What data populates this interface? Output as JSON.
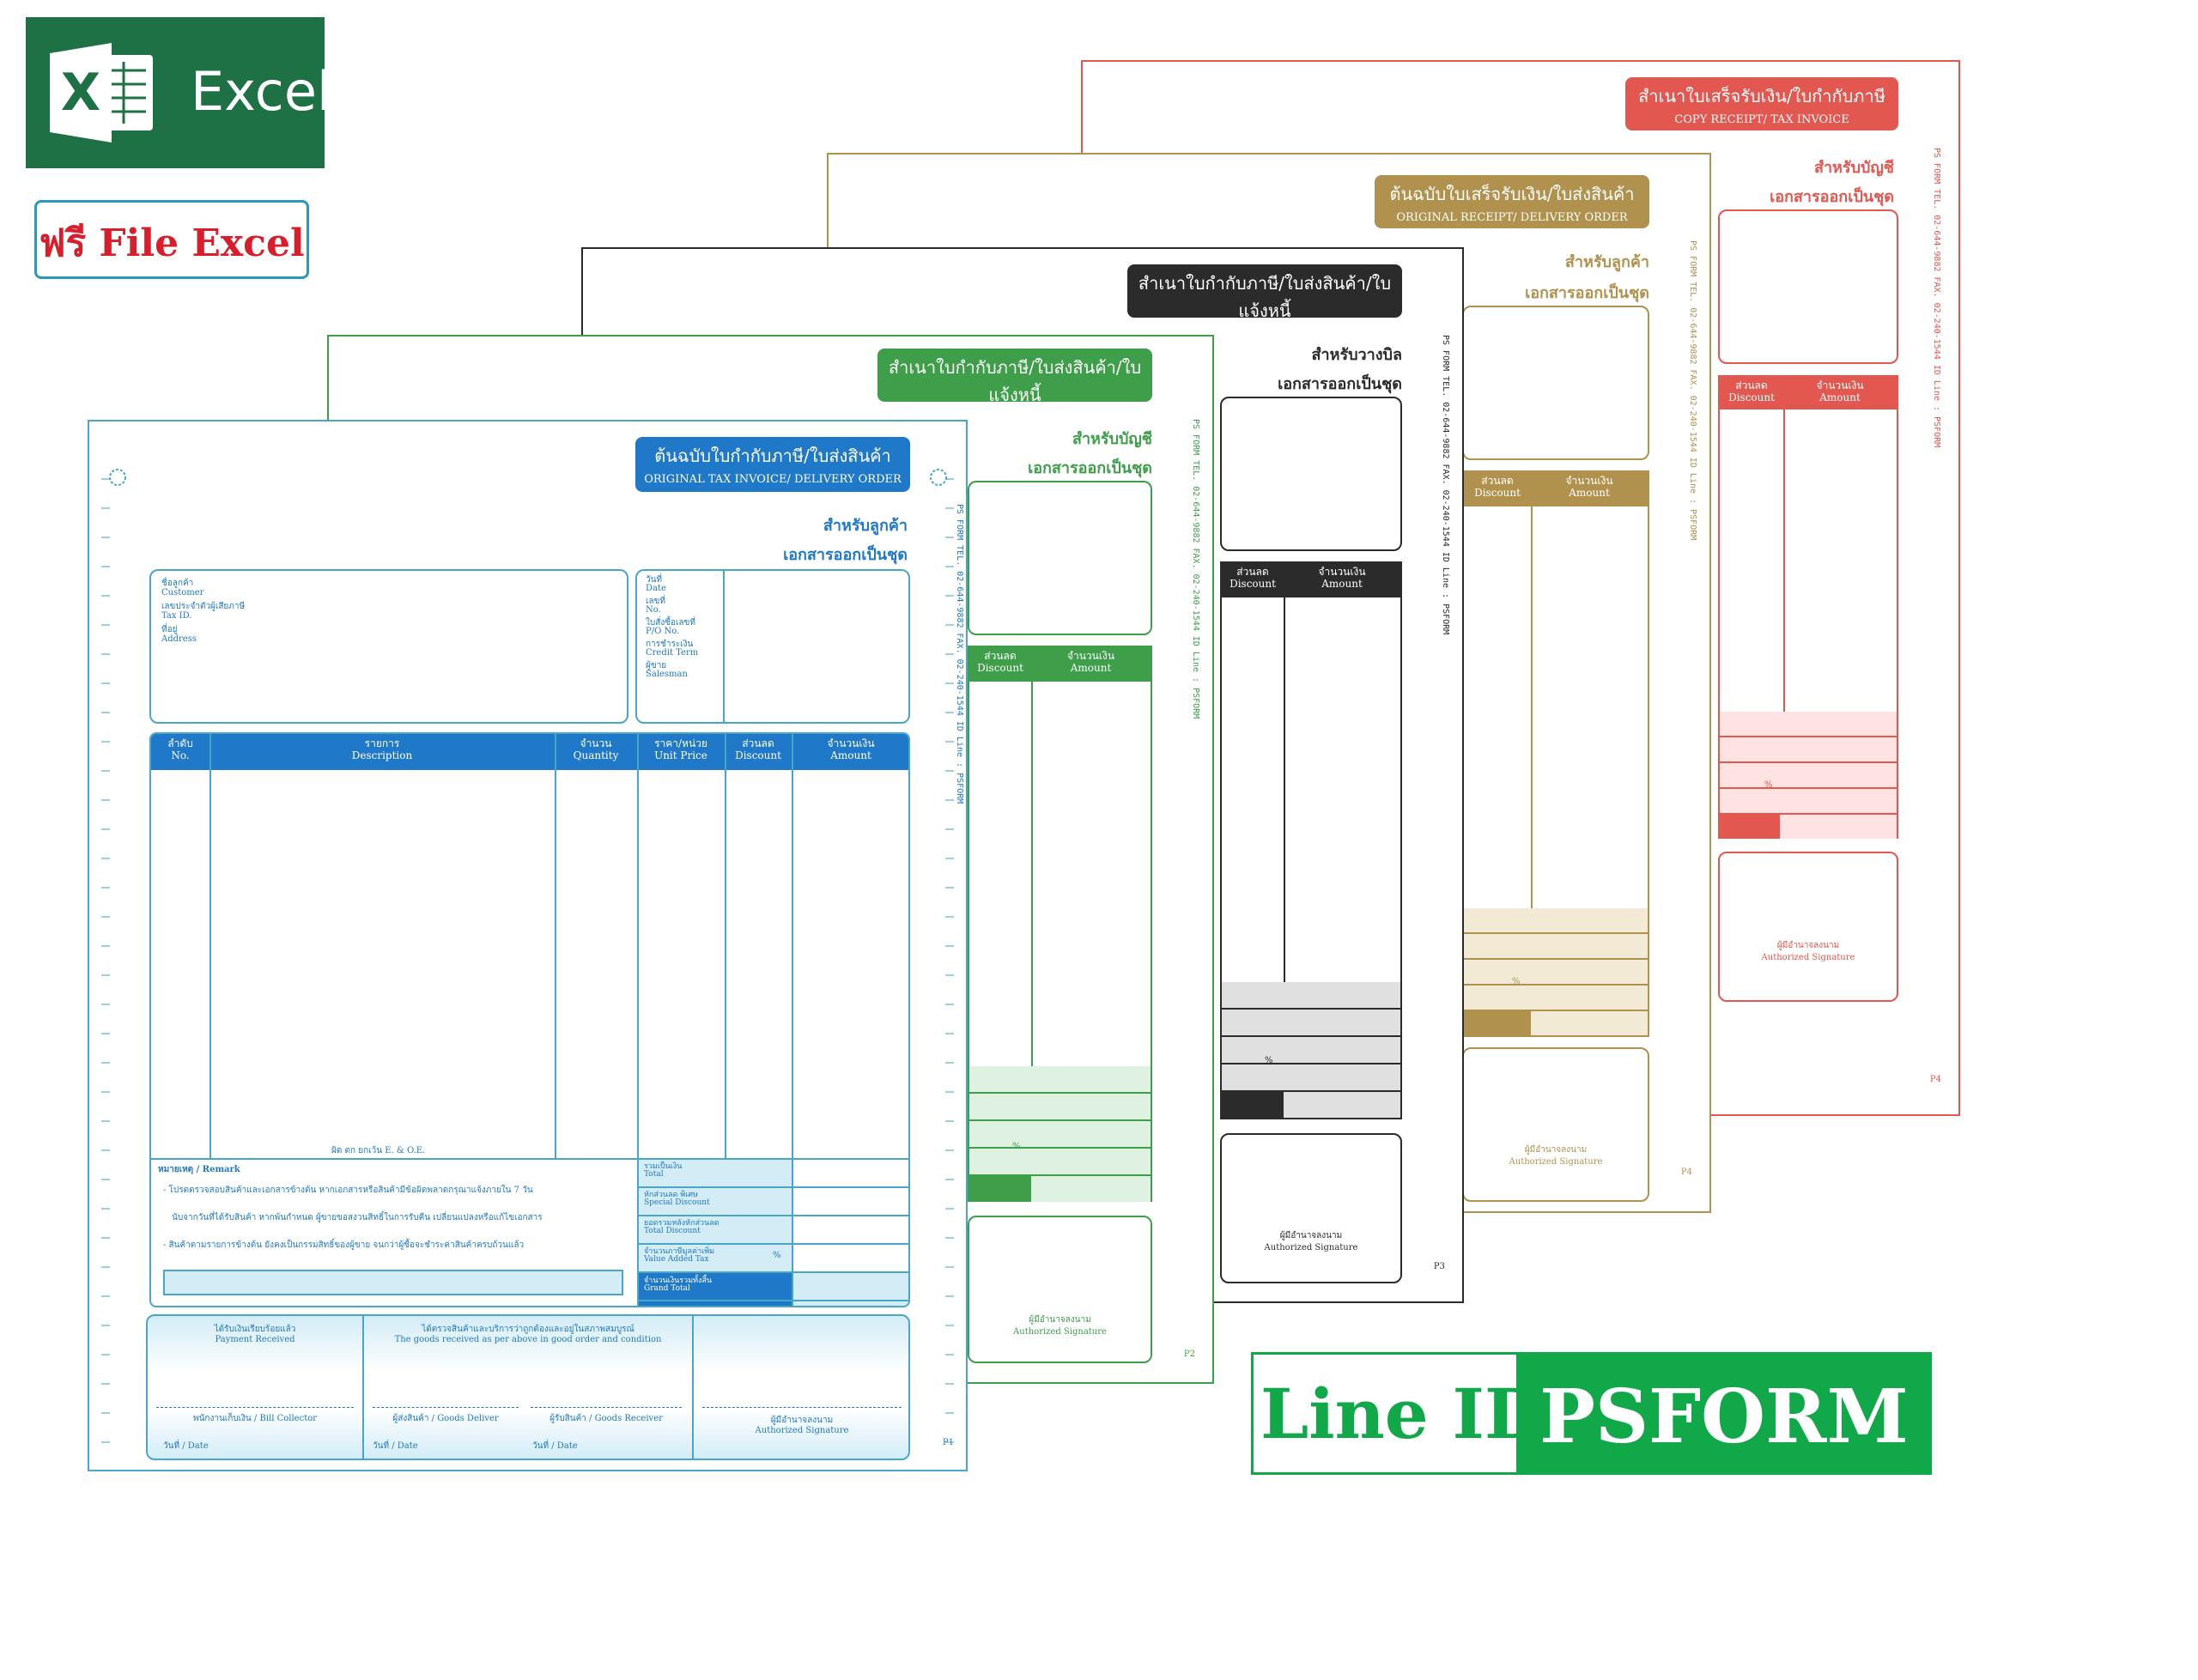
{
  "excel_badge": {
    "label": "Excel",
    "icon": "excel-icon",
    "color": "#1e7145"
  },
  "free_badge": {
    "label": "ฟรี File Excel",
    "color": "#d81e2b"
  },
  "line_badge": {
    "left": "Line ID",
    "right": "PSFORM",
    "color": "#11a84a"
  },
  "side_print": "PS FORM TEL. 02-644-9882 FAX. 02-240-1544 ID Line : PSFORM",
  "sheets": {
    "red": {
      "color": "#e2574f",
      "title_th": "สำเนาใบเสร็จรับเงิน/ใบกำกับภาษี",
      "title_en": "COPY RECEIPT/ TAX INVOICE",
      "for_th": "สำหรับบัญชี",
      "set_th": "เอกสารออกเป็นชุด",
      "col_discount_th": "ส่วนลด",
      "col_discount_en": "Discount",
      "col_amount_th": "จำนวนเงิน",
      "col_amount_en": "Amount",
      "sig_th": "ผู้มีอำนาจลงนาม",
      "sig_en": "Authorized Signature",
      "pct": "%",
      "copy_no": "P4"
    },
    "gold": {
      "color": "#b0924e",
      "title_th": "ต้นฉบับใบเสร็จรับเงิน/ใบส่งสินค้า",
      "title_en": "ORIGINAL RECEIPT/ DELIVERY ORDER",
      "for_th": "สำหรับลูกค้า",
      "set_th": "เอกสารออกเป็นชุด",
      "col_discount_th": "ส่วนลด",
      "col_discount_en": "Discount",
      "col_amount_th": "จำนวนเงิน",
      "col_amount_en": "Amount",
      "sig_th": "ผู้มีอำนาจลงนาม",
      "sig_en": "Authorized Signature",
      "pct": "%",
      "copy_no": "P4"
    },
    "black": {
      "color": "#2b2b2b",
      "title_th": "สำเนาใบกำกับภาษี/ใบส่งสินค้า/ใบแจ้งหนี้",
      "title_en": "COPY TAX INVOICE/ DELIVERY ORDER/INVOICE",
      "for_th": "สำหรับวางบิล",
      "set_th": "เอกสารออกเป็นชุด",
      "col_discount_th": "ส่วนลด",
      "col_discount_en": "Discount",
      "col_amount_th": "จำนวนเงิน",
      "col_amount_en": "Amount",
      "sig_th": "ผู้มีอำนาจลงนาม",
      "sig_en": "Authorized Signature",
      "pct": "%",
      "copy_no": "P3"
    },
    "green": {
      "color": "#3e9e4a",
      "title_th": "สำเนาใบกำกับภาษี/ใบส่งสินค้า/ใบแจ้งหนี้",
      "title_en": "COPY TAX INVOICE/ DELIVERY ORDER/INVOICE",
      "for_th": "สำหรับบัญชี",
      "set_th": "เอกสารออกเป็นชุด",
      "col_discount_th": "ส่วนลด",
      "col_discount_en": "Discount",
      "col_amount_th": "จำนวนเงิน",
      "col_amount_en": "Amount",
      "sig_th": "ผู้มีอำนาจลงนาม",
      "sig_en": "Authorized Signature",
      "pct": "%",
      "copy_no": "P2"
    },
    "blue": {
      "color": "#1f78c8",
      "title_th": "ต้นฉบับใบกำกับภาษี/ใบส่งสินค้า",
      "title_en": "ORIGINAL TAX INVOICE/ DELIVERY ORDER",
      "for_th": "สำหรับลูกค้า",
      "set_th": "เอกสารออกเป็นชุด",
      "customer": [
        {
          "th": "ชื่อลูกค้า",
          "en": "Customer"
        },
        {
          "th": "เลขประจำตัวผู้เสียภาษี",
          "en": "Tax ID."
        },
        {
          "th": "ที่อยู่",
          "en": "Address"
        }
      ],
      "meta": [
        {
          "th": "วันที่",
          "en": "Date"
        },
        {
          "th": "เลขที่",
          "en": "No."
        },
        {
          "th": "ใบสั่งซื้อเลขที่",
          "en": "P/O No."
        },
        {
          "th": "การชำระเงิน",
          "en": "Credit Term"
        },
        {
          "th": "ผู้ขาย",
          "en": "Salesman"
        }
      ],
      "columns": [
        {
          "th": "ลำดับ",
          "en": "No."
        },
        {
          "th": "รายการ",
          "en": "Description"
        },
        {
          "th": "จำนวน",
          "en": "Quantity"
        },
        {
          "th": "ราคา/หน่วย",
          "en": "Unit Price"
        },
        {
          "th": "ส่วนลด",
          "en": "Discount"
        },
        {
          "th": "จำนวนเงิน",
          "en": "Amount"
        }
      ],
      "eoe": "ผิด ตก ยกเว้น E. & O.E.",
      "remark_label": "หมายเหตุ / Remark",
      "remarks": [
        "- โปรดตรวจสอบสินค้าและเอกสารข้างต้น หากเอกสารหรือสินค้ามีข้อผิดพลาดกรุณาแจ้งภายใน 7 วัน",
        "นับจากวันที่ได้รับสินค้า หากพ้นกำหนด ผู้ขายขอสงวนสิทธิ์ในการรับคืน เปลี่ยนแปลงหรือแก้ไขเอกสาร",
        "- สินค้าตามรายการข้างต้น ยังคงเป็นกรรมสิทธิ์ของผู้ขาย จนกว่าผู้ซื้อจะชำระค่าสินค้าครบถ้วนแล้ว"
      ],
      "totals": [
        {
          "th": "รวมเป็นเงิน",
          "en": "Total"
        },
        {
          "th": "หักส่วนลด พิเศษ",
          "en": "Special Discount"
        },
        {
          "th": "ยอดรวมหลังหักส่วนลด",
          "en": "Total Discount"
        },
        {
          "th": "จำนวนภาษีมูลค่าเพิ่ม",
          "en": "Value Added Tax"
        },
        {
          "th": "จำนวนเงินรวมทั้งสิ้น",
          "en": "Grand Total"
        }
      ],
      "pct": "%",
      "footer": {
        "payment_th": "ได้รับเงินเรียบร้อยแล้ว",
        "payment_en": "Payment Received",
        "goods_th": "ได้ตรวจสินค้าและบริการว่าถูกต้องและอยู่ในสภาพสมบูรณ์",
        "goods_en": "The goods received as per above in good order and condition",
        "collector": "พนักงานเก็บเงิน / Bill Collector",
        "deliver": "ผู้ส่งสินค้า / Goods Deliver",
        "receiver": "ผู้รับสินค้า / Goods Receiver",
        "date1": "วันที่ / Date",
        "date2": "วันที่ / Date",
        "date3": "วันที่ / Date",
        "sig_th": "ผู้มีอำนาจลงนาม",
        "sig_en": "Authorized Signature"
      },
      "copy_no": "P1"
    }
  }
}
